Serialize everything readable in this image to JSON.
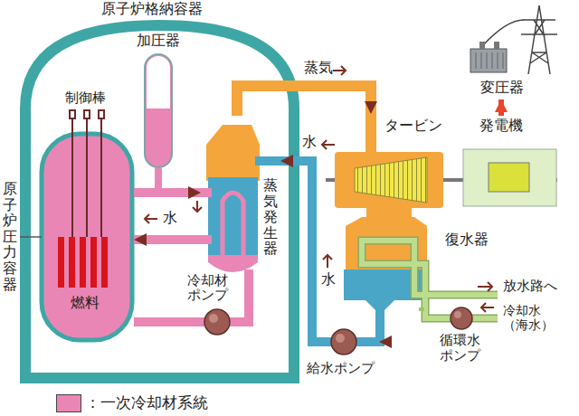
{
  "diagram": {
    "nodes": [
      {
        "text": [
          "原子炉格納容器"
        ]
      },
      {
        "text": [
          "原子炉圧力容器"
        ],
        "in": 0
      },
      {
        "text": [
          "加圧器"
        ],
        "in": 0
      },
      {
        "text": [
          "蒸気発生器"
        ],
        "in": 0
      },
      {
        "text": [
          "冷却材 ポンプ"
        ],
        "in": 0
      },
      {
        "text": [
          "タービン"
        ]
      },
      {
        "text": [
          "発電機"
        ]
      },
      {
        "text": [
          "変圧器"
        ]
      },
      {
        "text": [
          "復水器"
        ]
      },
      {
        "text": [
          "給水ポンプ"
        ]
      },
      {
        "text": [
          "循環水 ポンプ"
        ]
      }
    ],
    "edges": [
      {
        "from": 1,
        "to": 2,
        "arrow": "none"
      },
      {
        "from": 1,
        "to": 3,
        "arrow": "to"
      },
      {
        "from": 3,
        "to": 1,
        "label": "水",
        "arrow": "to"
      },
      {
        "from": 1,
        "to": 4,
        "arrow": "none"
      },
      {
        "from": 3,
        "to": 4,
        "arrow": "none"
      },
      {
        "from": 3,
        "to": 5,
        "label": "蒸気",
        "arrow": "to"
      },
      {
        "from": 5,
        "to": 8,
        "arrow": "none"
      },
      {
        "from": 8,
        "to": 9,
        "arrow": "to"
      },
      {
        "from": 9,
        "to": 3,
        "label": "水",
        "arrow": "to"
      },
      {
        "from": 5,
        "to": 6,
        "arrow": "none"
      },
      {
        "from": 6,
        "to": 7,
        "arrow": "to"
      },
      {
        "from": 10,
        "to": 8,
        "arrow": "none"
      }
    ],
    "labels": [
      "制御棒",
      "燃料",
      "水",
      "放水路へ",
      "冷却水 （海水）"
    ],
    "legend": [
      {
        "text": "：一次冷却材系統",
        "color": "#e986b5"
      }
    ]
  }
}
